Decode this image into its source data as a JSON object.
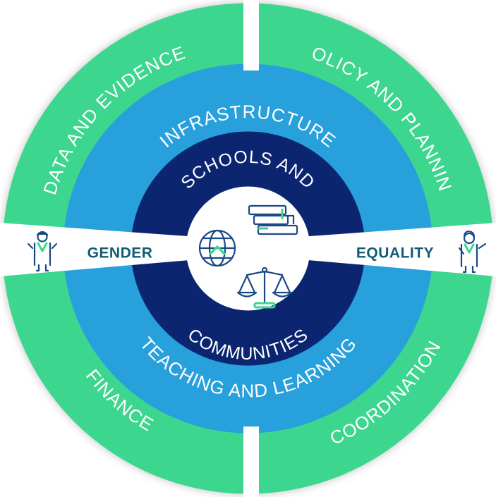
{
  "outer_ring": {
    "top_left": "DATA AND EVIDENCE",
    "top_right": "POLICY AND PLANNING",
    "bottom_left": "FINANCE",
    "bottom_right": "COORDINATION"
  },
  "middle_ring": {
    "top": "INFRASTRUCTURE",
    "bottom": "TEACHING AND LEARNING"
  },
  "inner_ring": {
    "top": "SCHOOLS AND",
    "bottom": "COMMUNITIES"
  },
  "band": {
    "left": "GENDER",
    "right": "EQUALITY"
  },
  "colors": {
    "outer": "#3ed68e",
    "middle": "#28a0dc",
    "inner": "#0c2570",
    "center": "#ffffff",
    "band_text": "#0f5c74",
    "icon": "#1a4a85",
    "icon_accent": "#3ed68e"
  },
  "icons": [
    "globe-icon",
    "books-icon",
    "scales-icon",
    "girl-icon",
    "boy-icon"
  ]
}
